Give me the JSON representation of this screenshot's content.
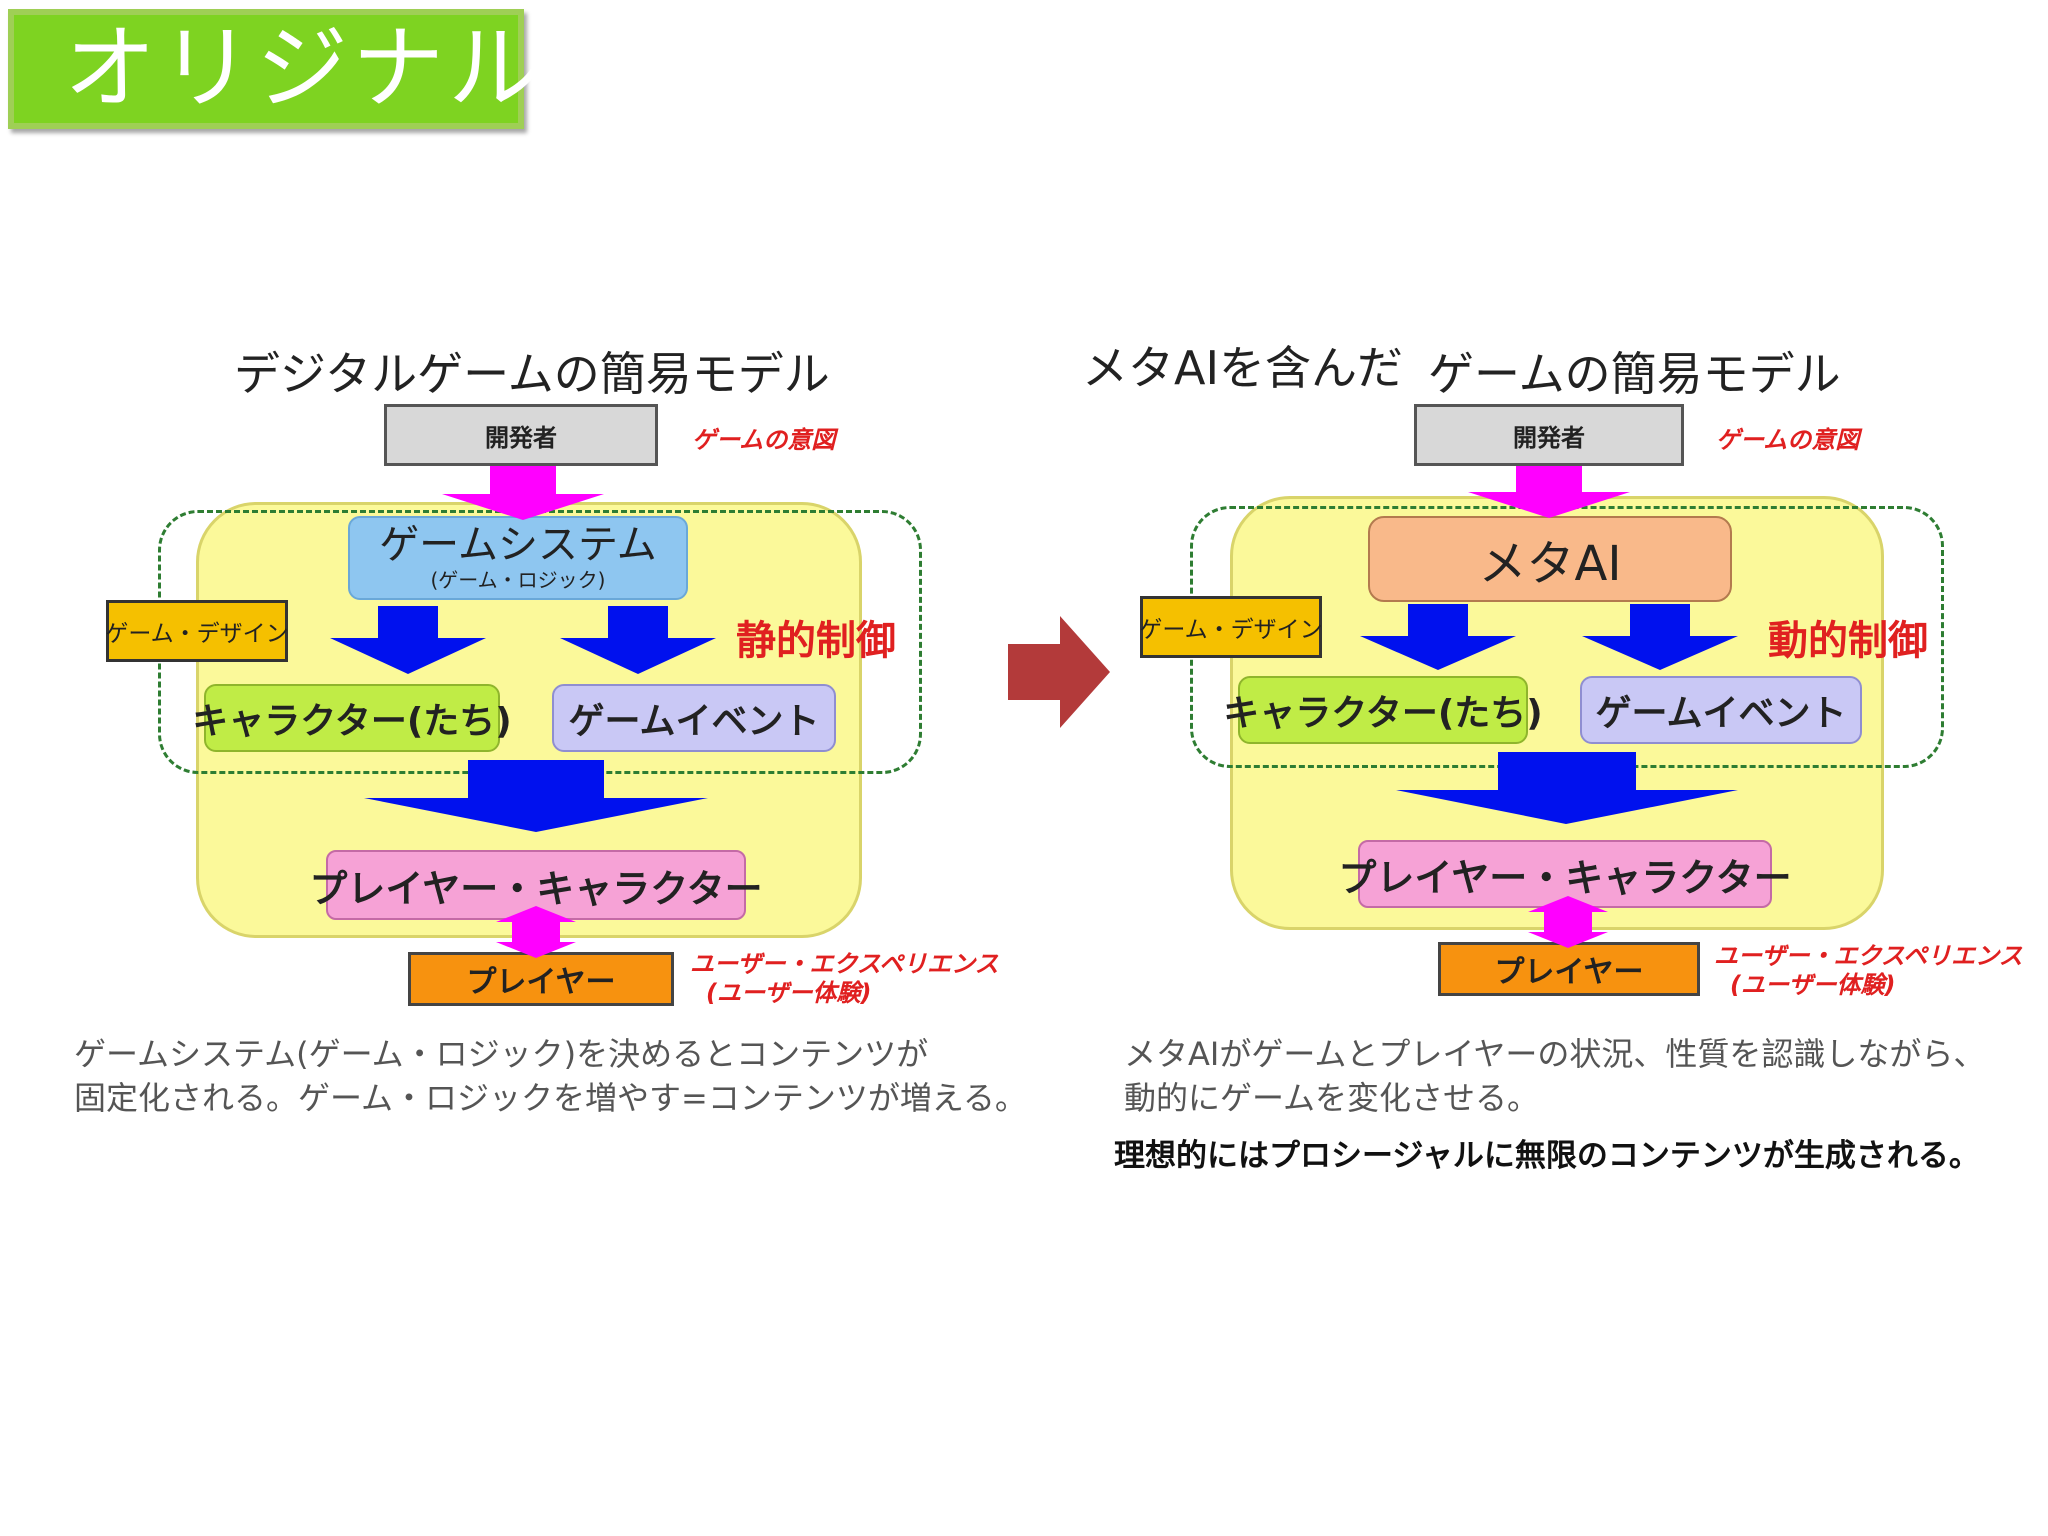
{
  "badge": "オリジナル",
  "left": {
    "title": "デジタルゲームの簡易モデル",
    "developer": "開発者",
    "intent": "ゲームの意図",
    "system": "ゲームシステム",
    "system_sub": "(ゲーム・ロジック)",
    "design": "ゲーム・デザイン",
    "control": "静的制御",
    "character": "キャラクター(たち)",
    "event": "ゲームイベント",
    "player_character": "プレイヤー・キャラクター",
    "player": "プレイヤー",
    "ux_line1": "ユーザー・エクスペリエンス",
    "ux_line2": "(ユーザー体験)",
    "caption_line1": "ゲームシステム(ゲーム・ロジック)を決めるとコンテンツが",
    "caption_line2": "固定化される。ゲーム・ロジックを増やす=コンテンツが増える。"
  },
  "right": {
    "title_part1": "メタAIを含んだ",
    "title_part2": "ゲームの簡易モデル",
    "developer": "開発者",
    "intent": "ゲームの意図",
    "meta_ai": "メタAI",
    "design": "ゲーム・デザイン",
    "control": "動的制御",
    "character": "キャラクター(たち)",
    "event": "ゲームイベント",
    "player_character": "プレイヤー・キャラクター",
    "player": "プレイヤー",
    "ux_line1": "ユーザー・エクスペリエンス",
    "ux_line2": "(ユーザー体験)",
    "caption_line1": "メタAIがゲームとプレイヤーの状況、性質を認識しながら、",
    "caption_line2": "動的にゲームを変化させる。",
    "caption_line3": "理想的にはプロシージャルに無限のコンテンツが生成される。"
  },
  "colors": {
    "badge_green": "#7ed321",
    "yellow_area": "#fbf99a",
    "dashed_green": "#2e7d32",
    "magenta_arrow": "#ff00ff",
    "blue_arrow": "#0011ee",
    "transition_arrow": "#b33a3a",
    "red_text": "#e02020"
  }
}
